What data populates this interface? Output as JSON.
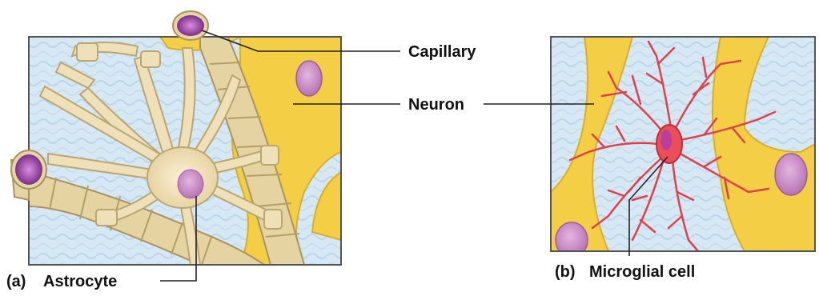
{
  "labels": {
    "capillary": "Capillary",
    "neuron": "Neuron",
    "astrocyte_prefix": "(a)",
    "astrocyte": "Astrocyte",
    "microglia_prefix": "(b)",
    "microglia": "Microglial cell"
  },
  "colors": {
    "background": "#ffffff",
    "tissue_blue": "#cfe3f1",
    "neuron_yellow": "#f6d44e",
    "astrocyte_tan": "#ecdcb2",
    "astrocyte_outline": "#b9a672",
    "capillary_tan": "#e2cf9d",
    "capillary_lumen": "#9b4fa5",
    "nucleus_purple": "#c98bc7",
    "microglia_red": "#e0404a",
    "frame": "#555555",
    "leader": "#222222"
  }
}
